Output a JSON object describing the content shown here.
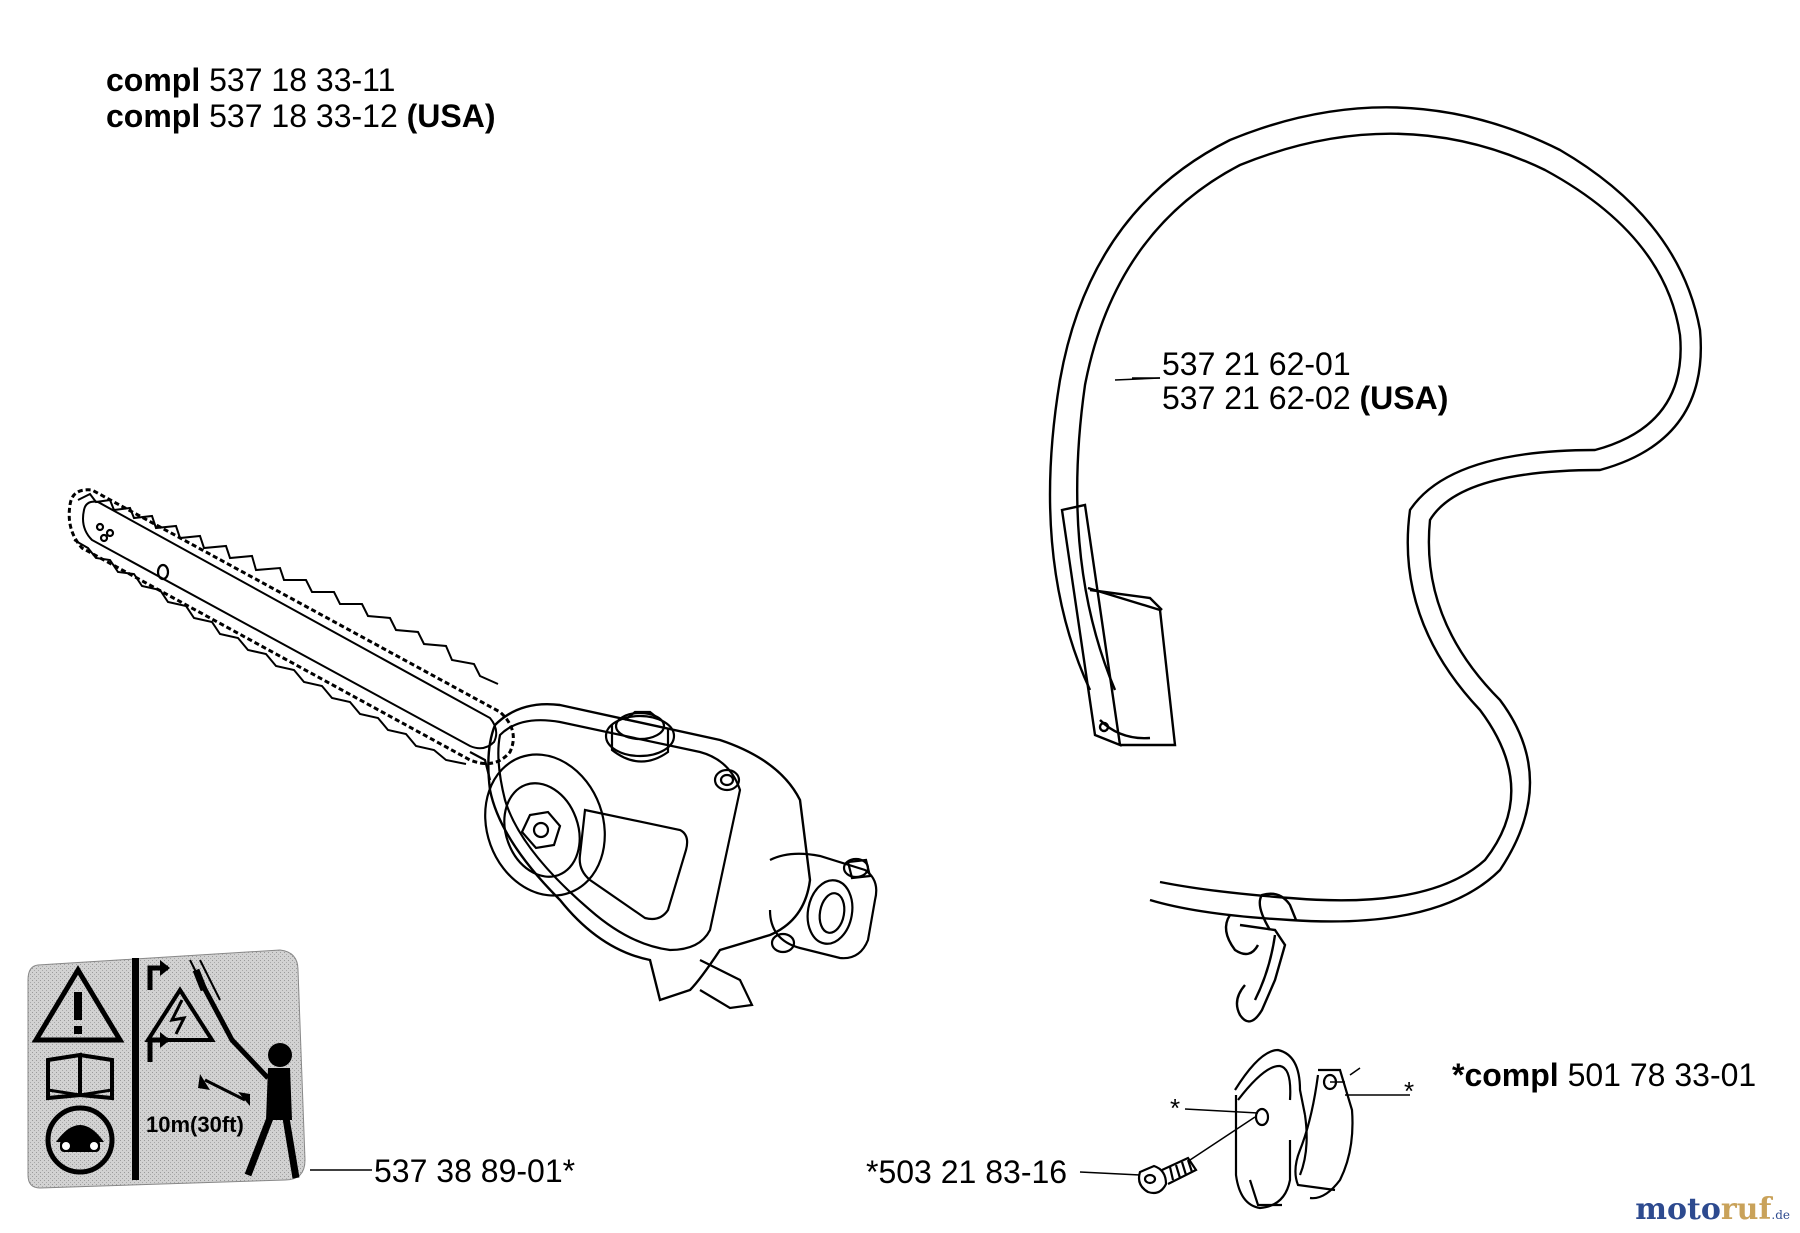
{
  "labels": {
    "compl_1": {
      "bold": "compl",
      "number": "537 18 33-11"
    },
    "compl_2": {
      "bold": "compl",
      "number": "537 18 33-12",
      "suffix": "(USA)"
    },
    "harness_1": {
      "number": "537 21 62-01"
    },
    "harness_2": {
      "number": "537 21 62-02",
      "suffix": "(USA)"
    },
    "decal": {
      "number": "537 38 89-01*"
    },
    "screw": {
      "number": "*503 21 83-16"
    },
    "bracket": {
      "bold": "*compl",
      "number": "501 78 33-01"
    },
    "asterisk_left": "*",
    "asterisk_right": "*"
  },
  "decal_text": "10m(30ft)",
  "watermark": {
    "part1": "moto",
    "part2": "ruf",
    "part3": ".de"
  },
  "colors": {
    "line": "#000000",
    "decal_bg": "#c8c8c8",
    "background": "#ffffff"
  },
  "icons": [
    "chainsaw-pole-saw-head",
    "shoulder-harness-strap",
    "warning-decal",
    "clamp-bracket",
    "screw"
  ]
}
